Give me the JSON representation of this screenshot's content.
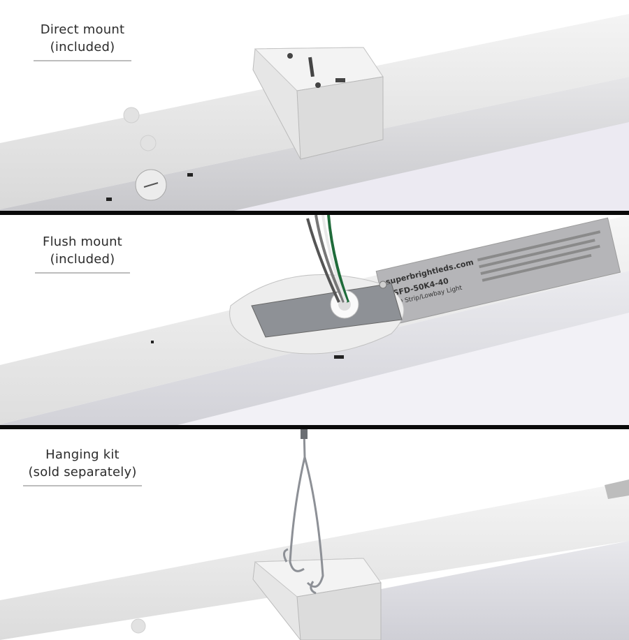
{
  "panels": [
    {
      "title": "Direct mount",
      "subtitle": "(included)"
    },
    {
      "title": "Flush mount",
      "subtitle": "(included)"
    },
    {
      "title": "Hanging kit",
      "subtitle": "(sold separately)"
    }
  ],
  "product_label": {
    "brand": "superbrightleds.com",
    "model": "LSFD-50K4-40",
    "description": "LED Strip/Lowbay Light"
  }
}
